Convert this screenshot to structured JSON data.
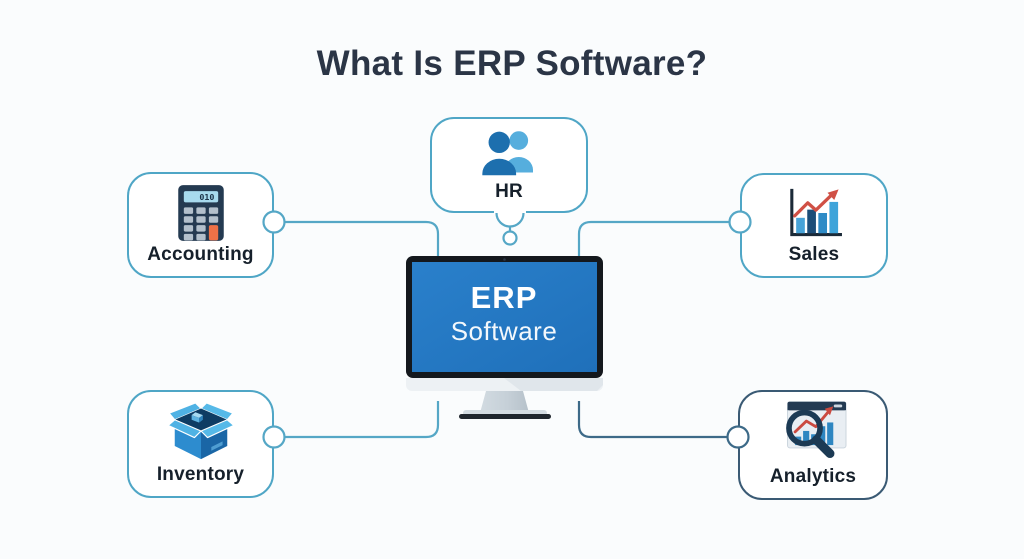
{
  "title": "What Is ERP Software?",
  "center": {
    "line1": "ERP",
    "line2": "Software"
  },
  "modules": {
    "hr": {
      "label": "HR",
      "icon": "people-icon"
    },
    "accounting": {
      "label": "Accounting",
      "icon": "calculator-icon",
      "calculator_display": "010"
    },
    "sales": {
      "label": "Sales",
      "icon": "bar-chart-growth-icon"
    },
    "inventory": {
      "label": "Inventory",
      "icon": "open-box-icon"
    },
    "analytics": {
      "label": "Analytics",
      "icon": "magnifier-chart-icon"
    }
  },
  "colors": {
    "background": "#fafcfd",
    "title_text": "#2b3546",
    "screen_blue": "#2277c4",
    "connector_teal": "#55a7c6",
    "connector_dark": "#3d6a88",
    "box_border_light": "#4fa6c6",
    "box_border_dark": "#3a5a74",
    "icon_navy": "#243a51",
    "icon_red": "#d05045",
    "label_text": "#16202b"
  }
}
